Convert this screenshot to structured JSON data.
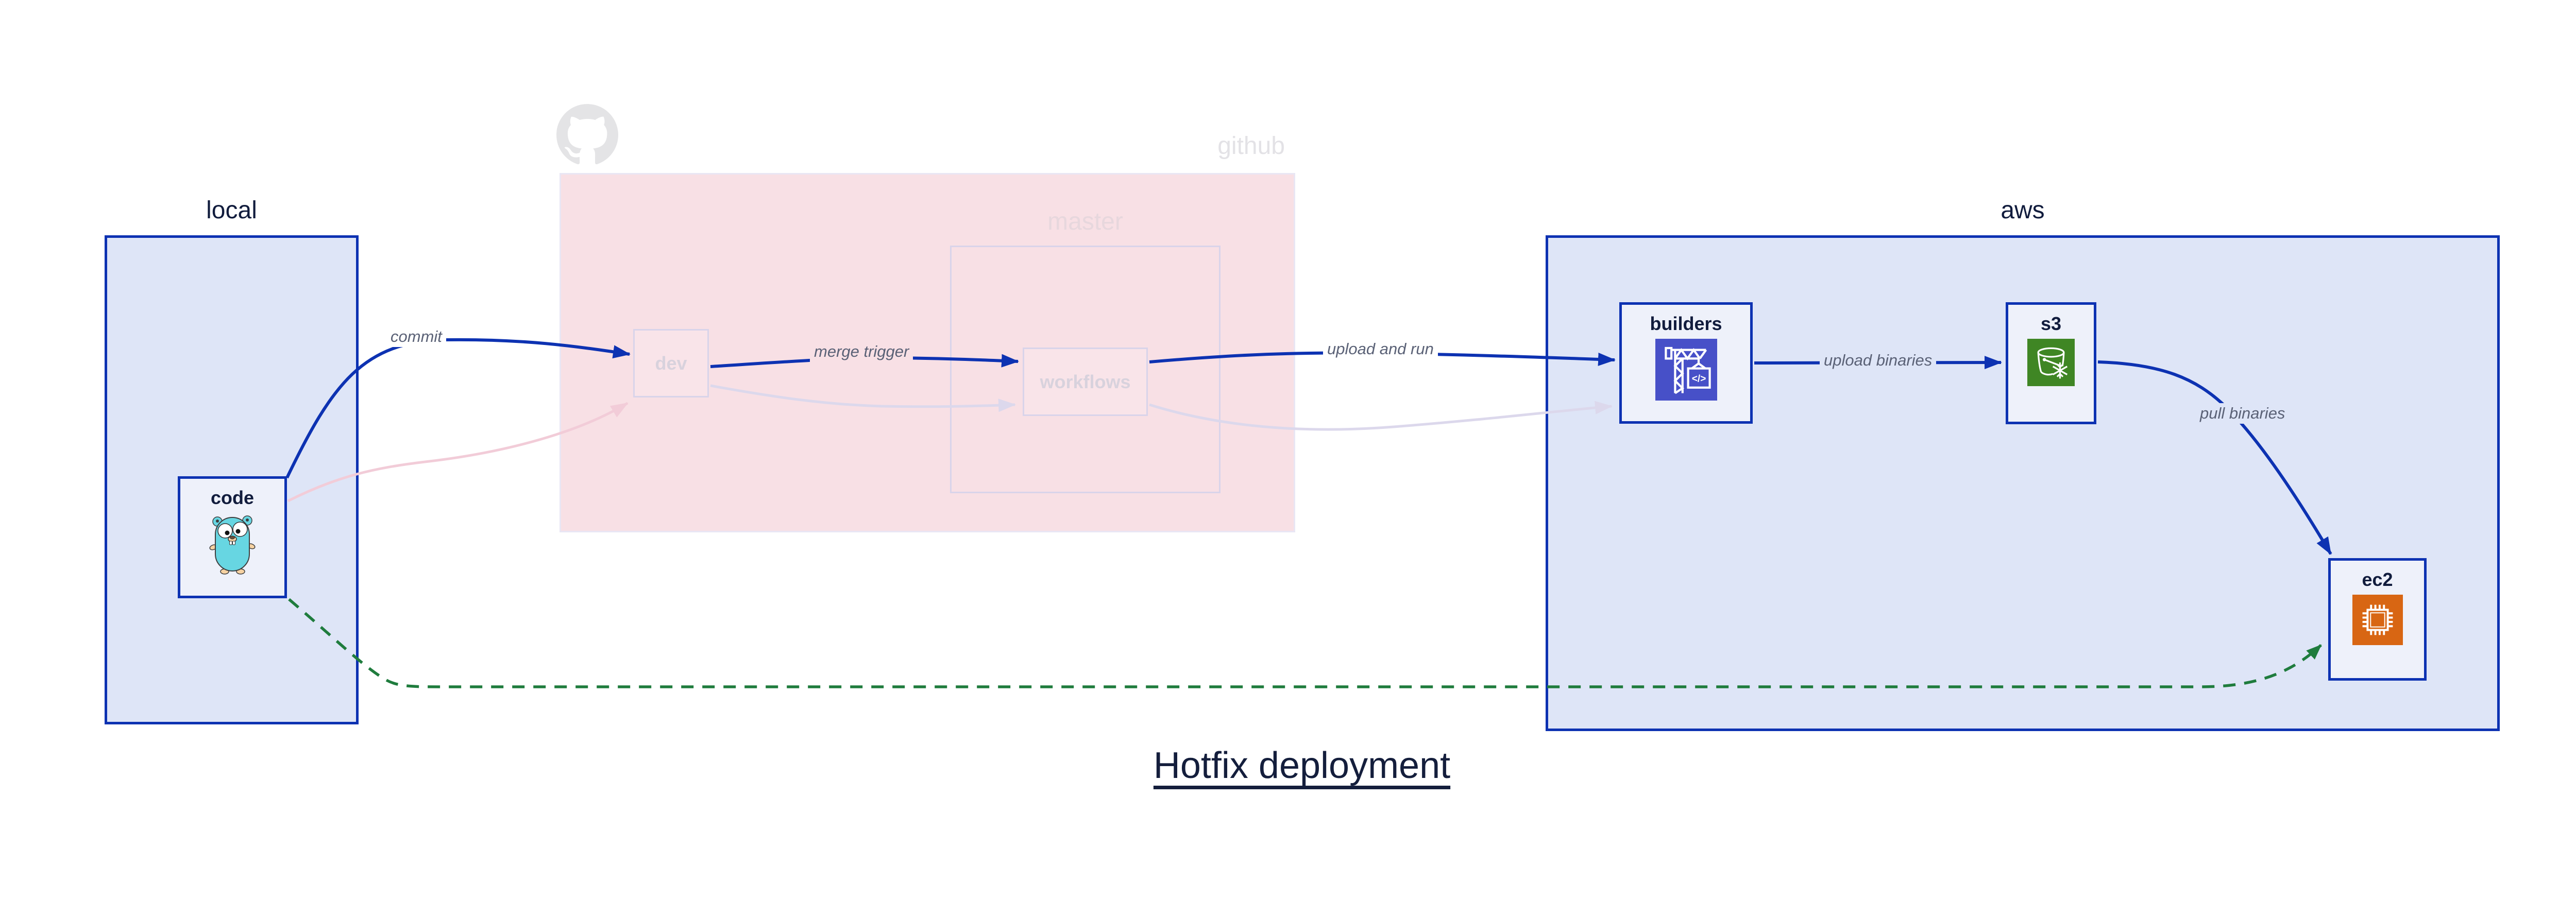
{
  "title": "Hotfix deployment",
  "containers": {
    "local": {
      "label": "local"
    },
    "github": {
      "label": "github"
    },
    "master": {
      "label": "master"
    },
    "aws": {
      "label": "aws"
    }
  },
  "nodes": {
    "code": {
      "label": "code",
      "icon": "gopher-icon"
    },
    "dev": {
      "label": "dev"
    },
    "workflows": {
      "label": "workflows"
    },
    "builders": {
      "label": "builders",
      "icon": "codebuild-crane-icon"
    },
    "s3": {
      "label": "s3",
      "icon": "s3-bucket-snowflake-icon"
    },
    "ec2": {
      "label": "ec2",
      "icon": "ec2-chip-icon"
    }
  },
  "edges": {
    "commit": {
      "label": "commit",
      "style": "solid-blue",
      "from": "code",
      "to": "dev"
    },
    "merge_trigger": {
      "label": "merge trigger",
      "style": "solid-blue",
      "from": "dev",
      "to": "workflows"
    },
    "upload_and_run": {
      "label": "upload and run",
      "style": "solid-blue",
      "from": "workflows",
      "to": "builders"
    },
    "upload_binaries": {
      "label": "upload binaries",
      "style": "solid-blue",
      "from": "builders",
      "to": "s3"
    },
    "pull_binaries": {
      "label": "pull binaries",
      "style": "solid-blue",
      "from": "s3",
      "to": "ec2"
    },
    "code_dev_faded": {
      "label": "",
      "style": "faded-pink",
      "from": "code",
      "to": "dev"
    },
    "dev_workflows_faded": {
      "label": "",
      "style": "faded-lavender",
      "from": "dev",
      "to": "workflows"
    },
    "workflows_builders_faded": {
      "label": "",
      "style": "faded-lavender",
      "from": "workflows",
      "to": "builders"
    },
    "hotfix_path": {
      "label": "",
      "style": "dashed-green",
      "from": "code",
      "to": "ec2"
    }
  },
  "colors": {
    "blue": "#0d32b2",
    "lavender_region": "#dee5f7",
    "node_fill": "#eef1fa",
    "pink_region": "#f8e0e5",
    "faded_border": "#d9d4ea",
    "green_dashed": "#1f7c3d",
    "codebuild_bg": "#4750c8",
    "s3_bg": "#3f8624",
    "ec2_bg": "#d86613",
    "gopher_teal": "#67d6e2",
    "edge_label": "#5a6176",
    "dark_navy": "#111c3d"
  }
}
